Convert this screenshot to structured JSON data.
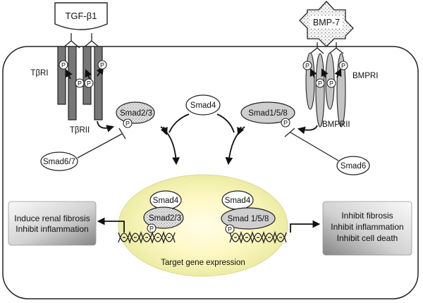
{
  "ligands": {
    "tgf": "TGF-β1",
    "bmp": "BMP-7"
  },
  "receptors": {
    "tbri": "TβRI",
    "tbrii": "TβRII",
    "bmpri": "BMPRI",
    "bmprii": "BMPRII"
  },
  "phospho_label": "P",
  "smads": {
    "smad23": "Smad2/3",
    "smad4": "Smad4",
    "smad158": "Smad1/5/8",
    "smad67": "Smad6/7",
    "smad6": "Smad6",
    "nuc_smad4_left": "Smad4",
    "nuc_smad23": "Smad2/3",
    "nuc_smad4_right": "Smad4",
    "nuc_smad158": "Smad 1/5/8"
  },
  "nucleus_label": "Target gene expression",
  "outcomes": {
    "left": [
      "Induce renal fibrosis",
      "Inhibit inflammation"
    ],
    "right": [
      "Inhibit fibrosis",
      "Inhibit inflammation",
      "Inhibit cell death"
    ]
  },
  "colors": {
    "tgf_receptor": "#777777",
    "bmp_receptor": "#c4c4c4",
    "nucleus_center": "#fff9c8",
    "nucleus_edge": "#eded9e",
    "box_light": "#f8f8f8",
    "box_dark": "#8a8a8a"
  }
}
